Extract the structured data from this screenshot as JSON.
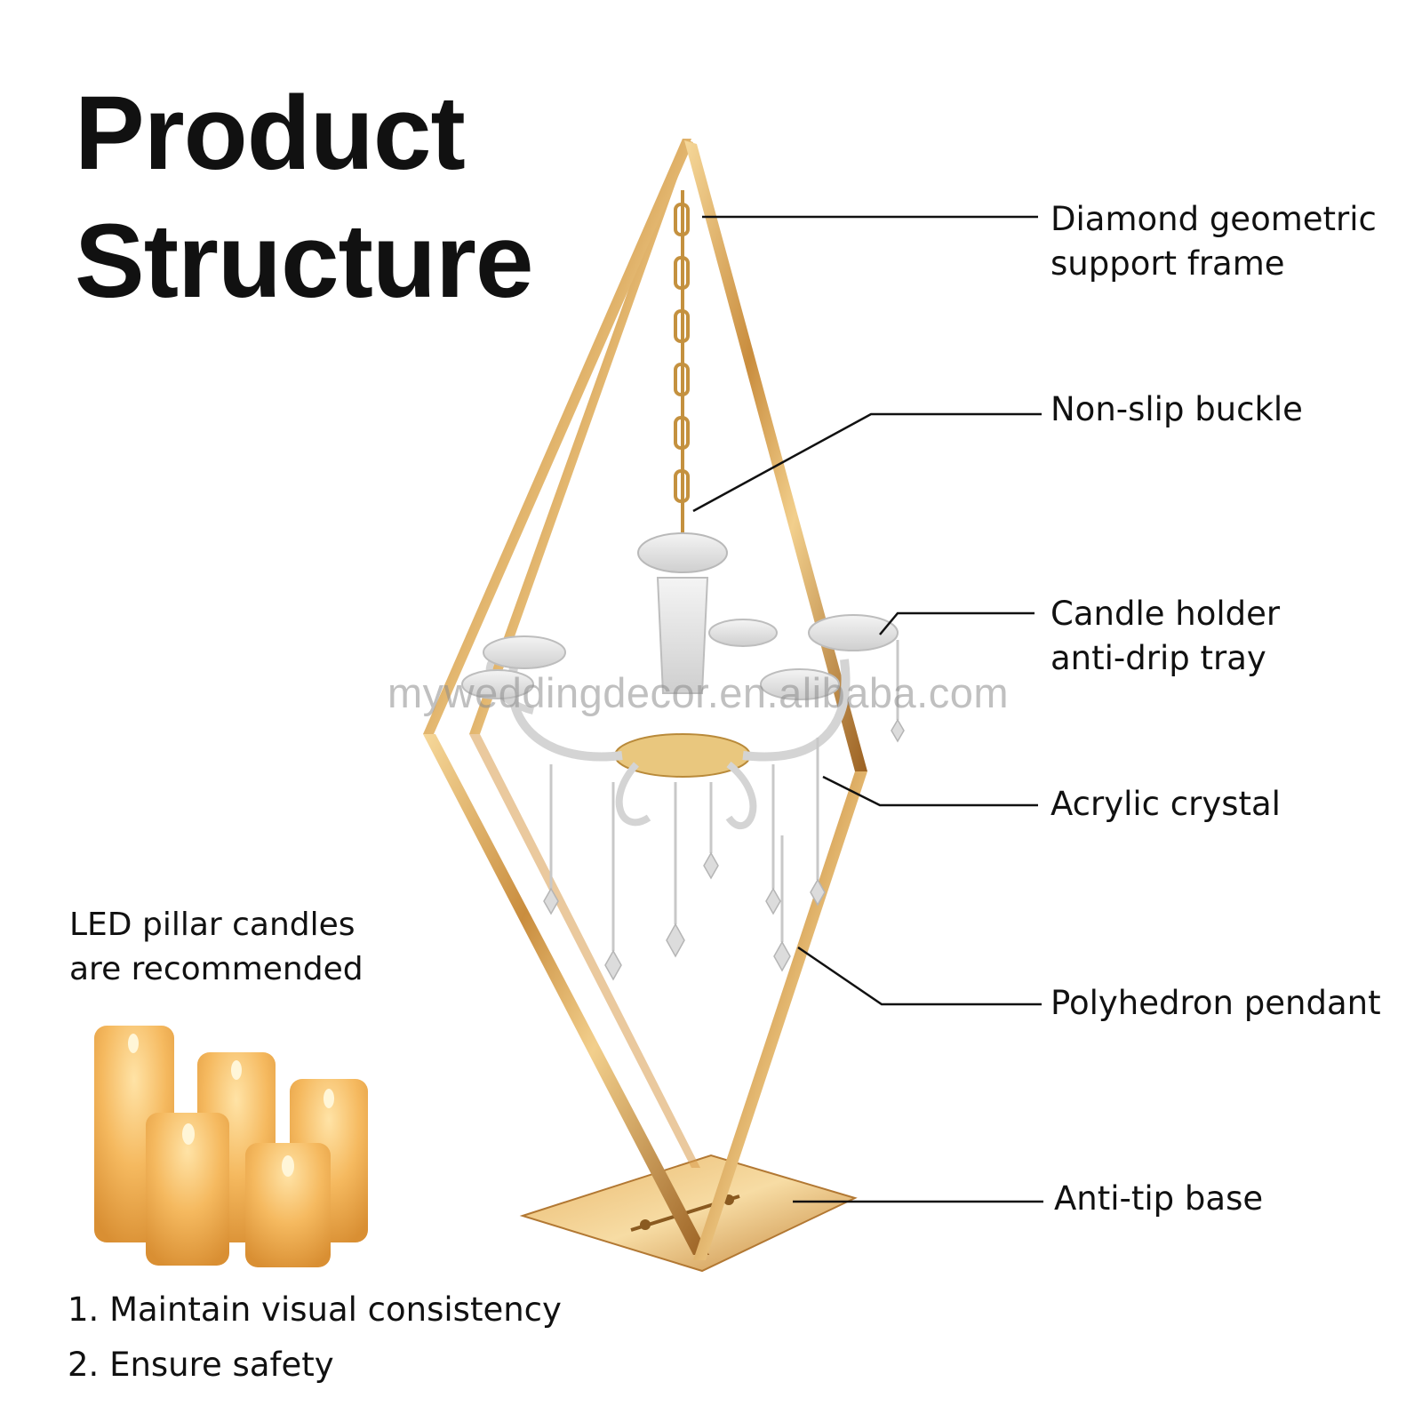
{
  "title": {
    "line1": "Product",
    "line2": "Structure"
  },
  "watermark": "myweddingdecor.en.alibaba.com",
  "callouts": [
    {
      "id": "frame",
      "line1": "Diamond geometric",
      "line2": "support frame"
    },
    {
      "id": "buckle",
      "line1": "Non-slip buckle"
    },
    {
      "id": "tray",
      "line1": "Candle holder",
      "line2": "anti-drip tray"
    },
    {
      "id": "crystal",
      "line1": "Acrylic crystal"
    },
    {
      "id": "pendant",
      "line1": "Polyhedron pendant"
    },
    {
      "id": "base",
      "line1": "Anti-tip base"
    }
  ],
  "recommendation": {
    "line1": "LED pillar candles",
    "line2": "are recommended"
  },
  "benefits": [
    "1. Maintain visual consistency",
    "2. Ensure safety"
  ],
  "colors": {
    "gold": "#c98d3e",
    "gold_light": "#f2cf8c",
    "candle": "#f4b860",
    "line": "#111111"
  }
}
